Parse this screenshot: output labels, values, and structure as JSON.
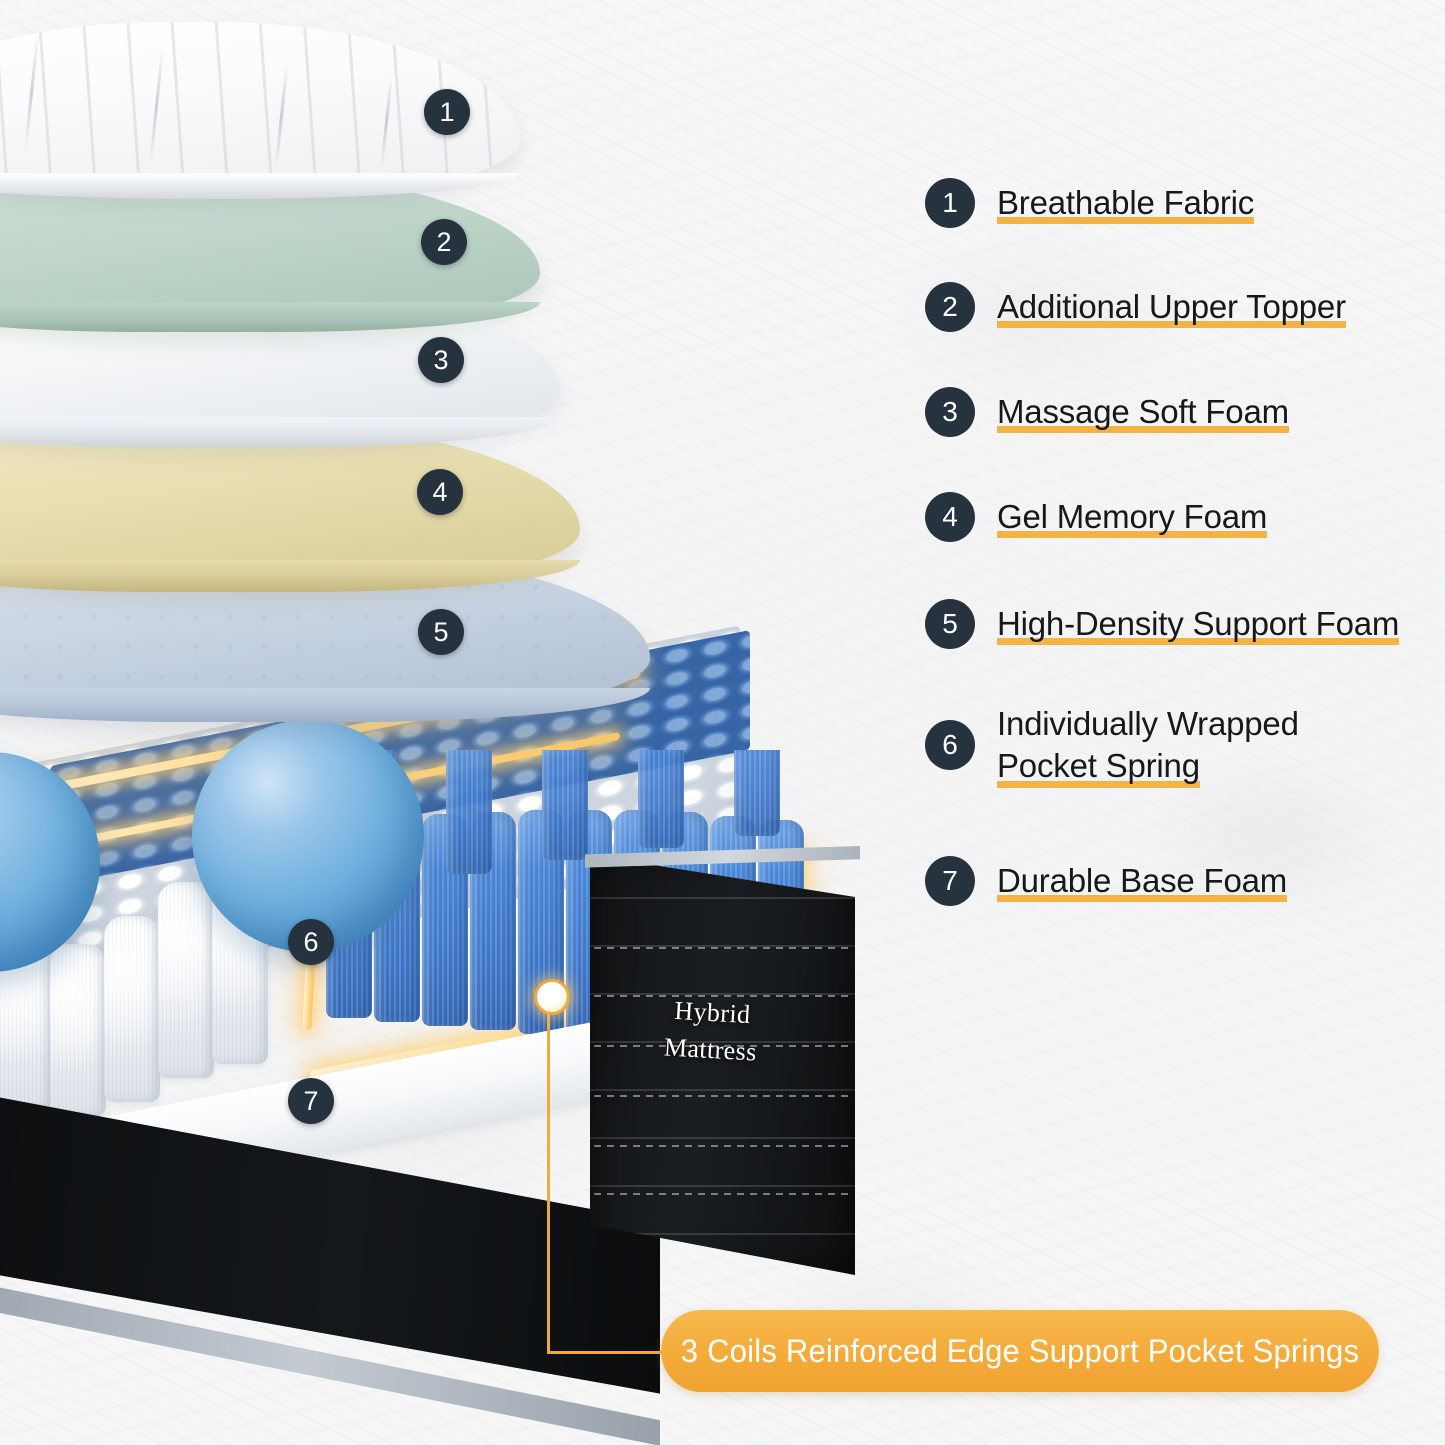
{
  "theme": {
    "badge_color": "#26333f",
    "underline_color": "#f3b445",
    "banner_color": "#f4ab3a",
    "text_color": "#16181b",
    "background_color": "#f6f6f6"
  },
  "legend": {
    "items": [
      {
        "number": "1",
        "label": "Breathable Fabric",
        "lines": [
          "Breathable Fabric"
        ]
      },
      {
        "number": "2",
        "label": "Additional Upper Topper",
        "lines": [
          "Additional Upper Topper"
        ]
      },
      {
        "number": "3",
        "label": "Massage Soft Foam",
        "lines": [
          "Massage Soft Foam"
        ]
      },
      {
        "number": "4",
        "label": "Gel Memory Foam",
        "lines": [
          "Gel Memory Foam"
        ]
      },
      {
        "number": "5",
        "label": "High-Density Support Foam",
        "lines": [
          "High-Density Support Foam"
        ]
      },
      {
        "number": "6",
        "label": "Individually Wrapped Pocket Spring",
        "lines": [
          "Individually Wrapped",
          "Pocket Spring"
        ]
      },
      {
        "number": "7",
        "label": "Durable Base Foam",
        "lines": [
          "Durable Base Foam"
        ]
      }
    ]
  },
  "diagram": {
    "callouts": [
      {
        "number": "1",
        "layer": "breathable-fabric"
      },
      {
        "number": "2",
        "layer": "additional-upper-topper"
      },
      {
        "number": "3",
        "layer": "massage-soft-foam"
      },
      {
        "number": "4",
        "layer": "gel-memory-foam"
      },
      {
        "number": "5",
        "layer": "high-density-support-foam"
      },
      {
        "number": "6",
        "layer": "individually-wrapped-pocket-spring"
      },
      {
        "number": "7",
        "layer": "durable-base-foam"
      }
    ],
    "mattress_side_label": "Hybrid\nMattress"
  },
  "banner": {
    "text": "3 Coils Reinforced Edge Support Pocket Springs"
  }
}
